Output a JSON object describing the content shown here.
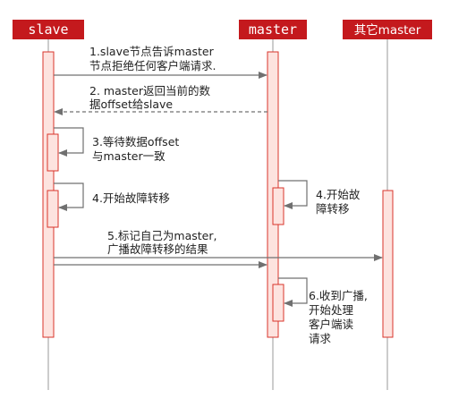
{
  "colors": {
    "header_bg": "#c4191d",
    "activation_fill": "#fde3df",
    "activation_stroke": "#d9342b",
    "lifeline": "#9a9a9a",
    "arrow": "#707070"
  },
  "participants": [
    {
      "id": "slave",
      "label": "slave"
    },
    {
      "id": "master",
      "label": "master"
    },
    {
      "id": "other",
      "label": "其它master"
    }
  ],
  "messages": [
    {
      "id": "m1",
      "lines": [
        "1.slave节点告诉master",
        "节点拒绝任何客户端请求."
      ]
    },
    {
      "id": "m2",
      "lines": [
        "2. master返回当前的数",
        "据offset给slave"
      ]
    },
    {
      "id": "m3",
      "lines": [
        "3.等待数据offset",
        "与master一致"
      ]
    },
    {
      "id": "m4a",
      "lines": [
        "4.开始故障转移"
      ]
    },
    {
      "id": "m4b",
      "lines": [
        "4.开始故",
        "障转移"
      ]
    },
    {
      "id": "m5",
      "lines": [
        "5.标记自己为master,",
        "广播故障转移的结果"
      ]
    },
    {
      "id": "m6",
      "lines": [
        "6.收到广播,",
        "开始处理",
        "客户端读",
        "请求"
      ]
    }
  ]
}
